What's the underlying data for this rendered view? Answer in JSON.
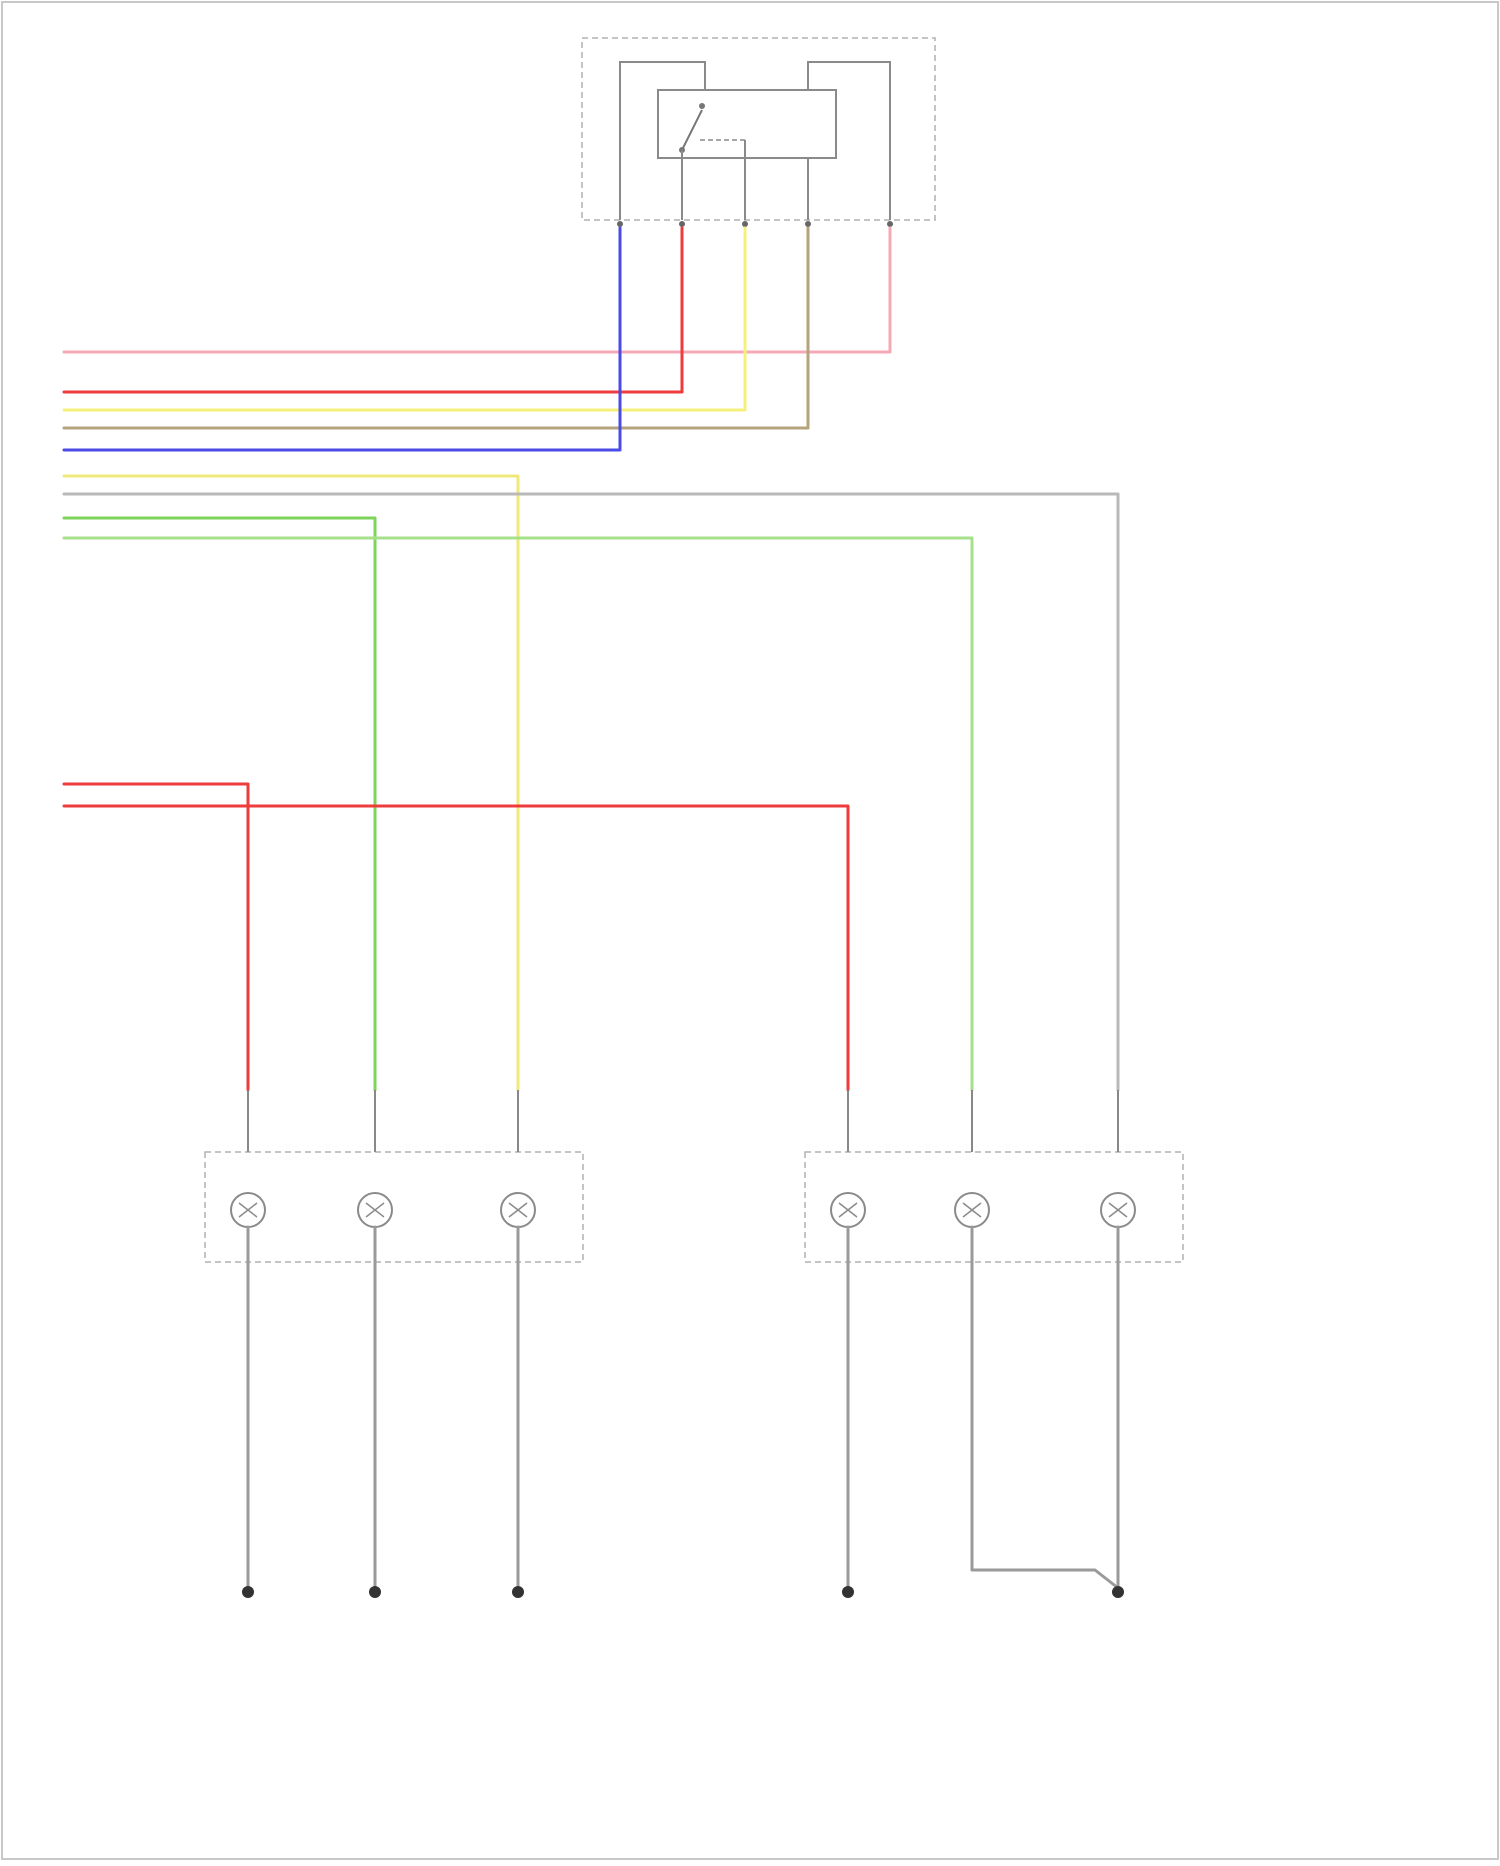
{
  "diagram": {
    "footer_text": "",
    "colors": {
      "pink": "#f4a9b6",
      "red": "#ee3b3b",
      "yellow": "#f4f07a",
      "olive": "#b5a37b",
      "blue": "#4a4ae6",
      "light_yellow": "#eee97a",
      "gray": "#b9b9b9",
      "green": "#7ed35a",
      "light_green": "#a6e08a",
      "outline": "#9a9a9a",
      "text": "#444444"
    },
    "relay_box": {
      "title_lines": [
        "",
        "",
        "",
        "",
        "",
        ""
      ],
      "inner_label": [
        "",
        ""
      ]
    },
    "relay_pins": [
      {
        "wire_label": "",
        "color": "blue"
      },
      {
        "wire_label": "",
        "color": "red"
      },
      {
        "wire_label": "",
        "color": "yellow"
      },
      {
        "wire_label": "",
        "color": "olive"
      },
      {
        "wire_label": "",
        "color": "pink"
      }
    ],
    "bus_wires": [
      {
        "num": "",
        "label": "",
        "color": "pink"
      },
      {
        "num": "",
        "label": "",
        "color": "red"
      },
      {
        "num": "",
        "label": "",
        "color": "yellow"
      },
      {
        "num": "",
        "label": "",
        "color": "olive"
      },
      {
        "num": "",
        "label": "",
        "color": "blue"
      },
      {
        "num": "",
        "label": "",
        "color": "light_yellow"
      },
      {
        "num": "",
        "label": "",
        "color": "gray"
      },
      {
        "num": "",
        "label": "",
        "color": "green"
      },
      {
        "num": "",
        "label": "",
        "color": "light_green"
      }
    ],
    "power_wires": [
      {
        "num": "",
        "label": "",
        "color": "red"
      },
      {
        "num": "",
        "label": "",
        "color": "red"
      }
    ],
    "lamp_groups": [
      {
        "side_label": [
          "",
          "",
          "",
          "",
          "",
          ""
        ],
        "lamps": [
          {
            "label": [
              "",
              ""
            ],
            "wire_label": "",
            "pin_label": "",
            "lower_label": "",
            "ground_label": "",
            "ground_caption": [
              "",
              "",
              ""
            ]
          },
          {
            "label": [
              "",
              ""
            ],
            "wire_label": "",
            "pin_label": "",
            "lower_label": "",
            "ground_label": "",
            "ground_caption": [
              "",
              "",
              ""
            ]
          },
          {
            "label": [
              "",
              ""
            ],
            "wire_label": "",
            "pin_label": "",
            "lower_label": "",
            "ground_label": "",
            "ground_caption": [
              "",
              "",
              ""
            ]
          }
        ]
      },
      {
        "side_label": [
          "",
          "",
          "",
          "",
          "",
          ""
        ],
        "lamps": [
          {
            "label": [
              "",
              ""
            ],
            "wire_label": "",
            "pin_label": "",
            "lower_label": "",
            "ground_label": "",
            "ground_caption": [
              "",
              "",
              ""
            ]
          },
          {
            "label": [
              "",
              ""
            ],
            "wire_label": "",
            "pin_label": "",
            "lower_label": "",
            "ground_label": "",
            "ground_caption": []
          },
          {
            "label": [
              "",
              ""
            ],
            "wire_label": "",
            "pin_label": "",
            "lower_label": "",
            "ground_label": "",
            "ground_caption": [
              "",
              "",
              ""
            ]
          }
        ]
      }
    ]
  }
}
